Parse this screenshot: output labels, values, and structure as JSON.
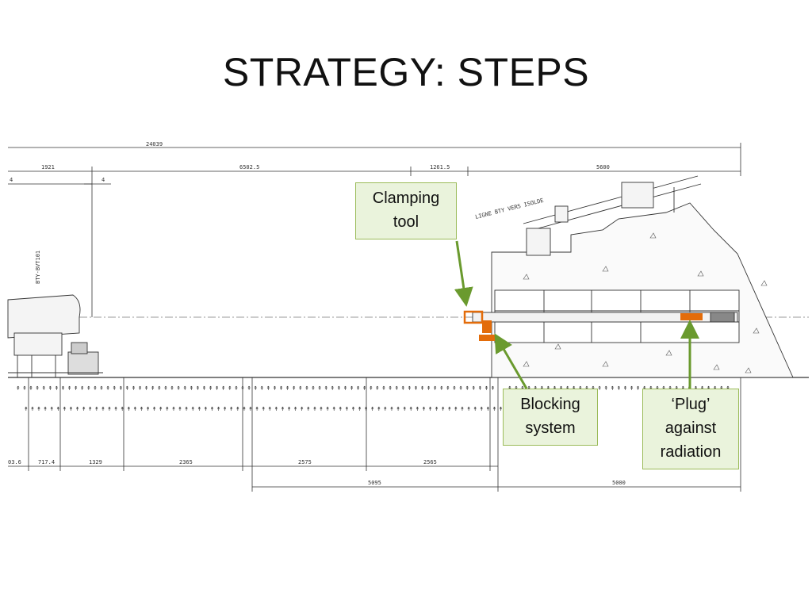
{
  "slide": {
    "title": "STRATEGY: STEPS"
  },
  "drawing": {
    "dimensions_top": [
      "24039",
      "1921",
      "6502.5",
      "1261.5",
      "5600",
      "4",
      "4"
    ],
    "dimensions_bottom": [
      "03.6",
      "717.4",
      "1329",
      "2365",
      "2575",
      "2565",
      "5095",
      "5000"
    ],
    "vertical_label": "BTY-BVT101",
    "line_label": "LIGNE BTY VERS ISOLDE"
  },
  "callouts": {
    "clamping": [
      "Clamping",
      "tool"
    ],
    "blocking": [
      "Blocking",
      "system"
    ],
    "plug": [
      "‘Plug’",
      "against",
      "radiation"
    ]
  },
  "colors": {
    "callout_fill": "#eaf3dc",
    "callout_border": "#9bbb59",
    "arrow": "#6a9a2e",
    "highlight": "#e36c0a"
  }
}
